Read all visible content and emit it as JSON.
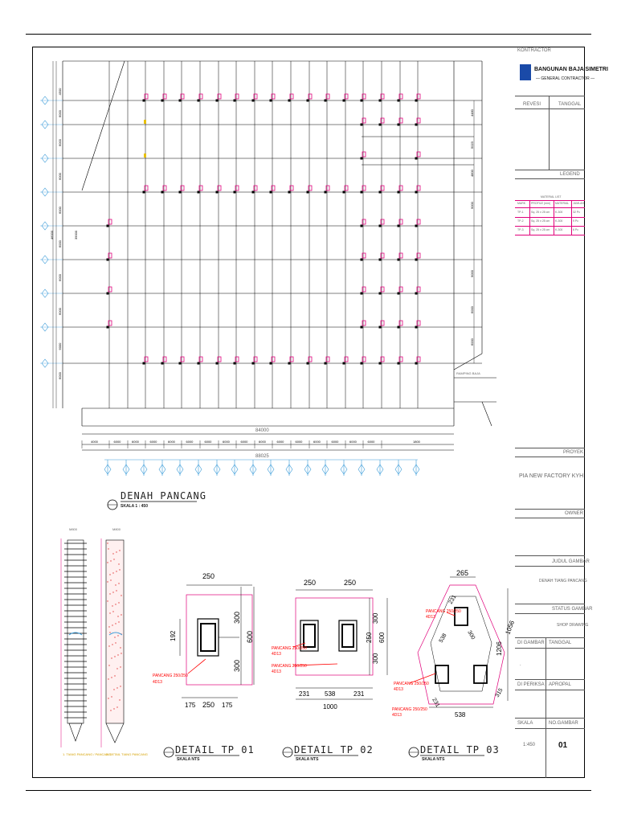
{
  "contractor": {
    "section_label": "KONTRACTOR",
    "company_name": "BANGUNAN BAJA SIMETRI",
    "company_sub": "— GENERAL CONTRACTOR —"
  },
  "revisi": {
    "label": "REVESI",
    "tanggal_label": "TANGGAL"
  },
  "legend": {
    "label": "LEGEND",
    "table_title": "MATERIAL LIST",
    "headers": [
      "MARK",
      "PROFILE (mm)",
      "MATERIAL",
      "JUMLAH"
    ],
    "rows": [
      [
        "TP-1",
        "Sq. 25 x 25 cm",
        "K-300",
        "32 Pc"
      ],
      [
        "TP-2",
        "Sq. 25 x 25 cm",
        "K-300",
        "9 Pc"
      ],
      [
        "TP-3",
        "Sq. 25 x 25 cm",
        "K-300",
        "6 Pc"
      ]
    ]
  },
  "proyek": {
    "label": "PROYEK",
    "value": "PIA NEW FACTORY KYH"
  },
  "owner": {
    "label": "OWNER"
  },
  "judul": {
    "label": "JUDUL GAMBAR",
    "value": "DENAH TIANG PANCANG"
  },
  "status": {
    "label": "STATUS GAMBAR",
    "value": "SHOP DRAWING"
  },
  "digambar": {
    "label": "DI GAMBAR",
    "tanggal_label": "TANGGAL",
    "value": "."
  },
  "diperiksa": {
    "label": "DI PERIKSA",
    "approval_label": "APROPAL"
  },
  "skala": {
    "label": "SKALA",
    "value": "1:450",
    "no_label": "NO.GAMBAR",
    "no_value": "01"
  },
  "plan": {
    "title": "DENAH PANCANG",
    "scale": "SKALA 1 : 450",
    "total_width": "84000",
    "total_width_bottom": "88025",
    "left_total": "46000",
    "left_total_inner": "39000",
    "bay_widths": [
      "4000",
      "6000",
      "6000",
      "6000",
      "6000",
      "6000",
      "6000",
      "6000",
      "6000",
      "6000",
      "6000",
      "6000",
      "6000",
      "6000",
      "6000",
      "6000",
      "1800"
    ],
    "row_dims": [
      "4500",
      "6000",
      "6000",
      "6000",
      "6000",
      "6000",
      "6000",
      "6000",
      "6000",
      "6000",
      "2975"
    ],
    "right_dims": [
      "4480",
      "5023",
      "4800",
      "9000",
      "9000",
      "6000",
      "6000"
    ],
    "ramp_label": "RAMPING BAJA"
  },
  "pile_left": {
    "label": "1. TIANG PANCANG / PANCANG",
    "top": "M800"
  },
  "pile_right": {
    "label": "2. DETAIL TIANG PANCANG",
    "top": "M800"
  },
  "details": [
    {
      "title": "DETAIL TP 01",
      "scale": "SKALA NTS",
      "dims": [
        "250",
        "192",
        "300",
        "300",
        "600",
        "175",
        "250",
        "175"
      ],
      "note1": "PANCANG 250/250",
      "note2": "4D13"
    },
    {
      "title": "DETAIL TP 02",
      "scale": "SKALA NTS",
      "dims": [
        "250",
        "250",
        "300",
        "250",
        "300",
        "600",
        "231",
        "538",
        "231",
        "1000"
      ],
      "note1": "PANCANG 250/250",
      "note2": "4D13",
      "note3": "PANCANG 250/250",
      "note4": "4D13"
    },
    {
      "title": "DETAIL TP 03",
      "scale": "SKALA NTS",
      "dims": [
        "265",
        "231",
        "538",
        "300",
        "1056",
        "1206",
        "538",
        "231",
        "315"
      ],
      "note1": "PANCANG 250/250",
      "note2": "4D13",
      "note3": "PANCANG 250/250",
      "note4": "4D13",
      "note5": "PANCANG 250/250",
      "note6": "4D13"
    }
  ],
  "colors": {
    "pile": "#e0007a",
    "dim": "#ff0000",
    "grid": "#000000",
    "marker": "#3a9bd8"
  }
}
